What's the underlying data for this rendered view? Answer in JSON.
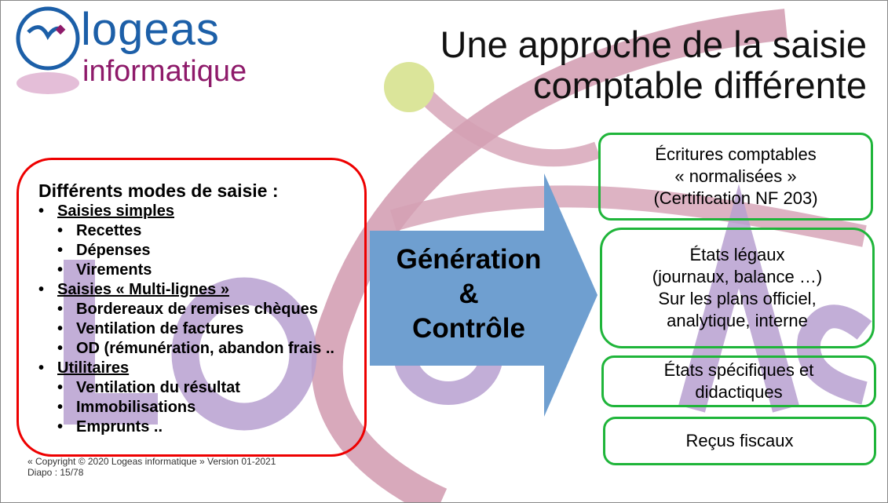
{
  "logo": {
    "line1": "logeas",
    "line2": "informatique"
  },
  "title": {
    "line1": "Une approche de la saisie",
    "line2": "comptable différente"
  },
  "left_panel": {
    "heading": "Différents modes de saisie :",
    "groups": [
      {
        "label": "Saisies simples",
        "items": [
          "Recettes",
          "Dépenses",
          "Virements"
        ]
      },
      {
        "label": "Saisies « Multi-lignes »",
        "items": [
          "Bordereaux de remises chèques",
          "Ventilation de factures",
          "OD (rémunération, abandon frais .."
        ]
      },
      {
        "label": "Utilitaires",
        "items": [
          "Ventilation du résultat",
          "Immobilisations",
          "Emprunts .."
        ]
      }
    ]
  },
  "arrow": {
    "line1": "Génération",
    "line2": "&",
    "line3": "Contrôle"
  },
  "outputs": [
    {
      "lines": [
        "Écritures comptables",
        "« normalisées »",
        "(Certification NF 203)"
      ]
    },
    {
      "lines": [
        "États légaux",
        "(journaux, balance …)",
        "Sur les plans officiel,",
        "analytique, interne"
      ]
    },
    {
      "lines": [
        "États spécifiques et",
        "didactiques"
      ]
    },
    {
      "lines": [
        "Reçus fiscaux"
      ]
    }
  ],
  "footer": {
    "copyright": "« Copyright © 2020 Logeas informatique » Version 01-2021",
    "slide": "Diapo : 15/78"
  },
  "colors": {
    "red": "#e00000",
    "green": "#1fb53a",
    "arrow": "#6f9fd0",
    "blue": "#1c5fa8",
    "purple": "#8e1a6a"
  }
}
